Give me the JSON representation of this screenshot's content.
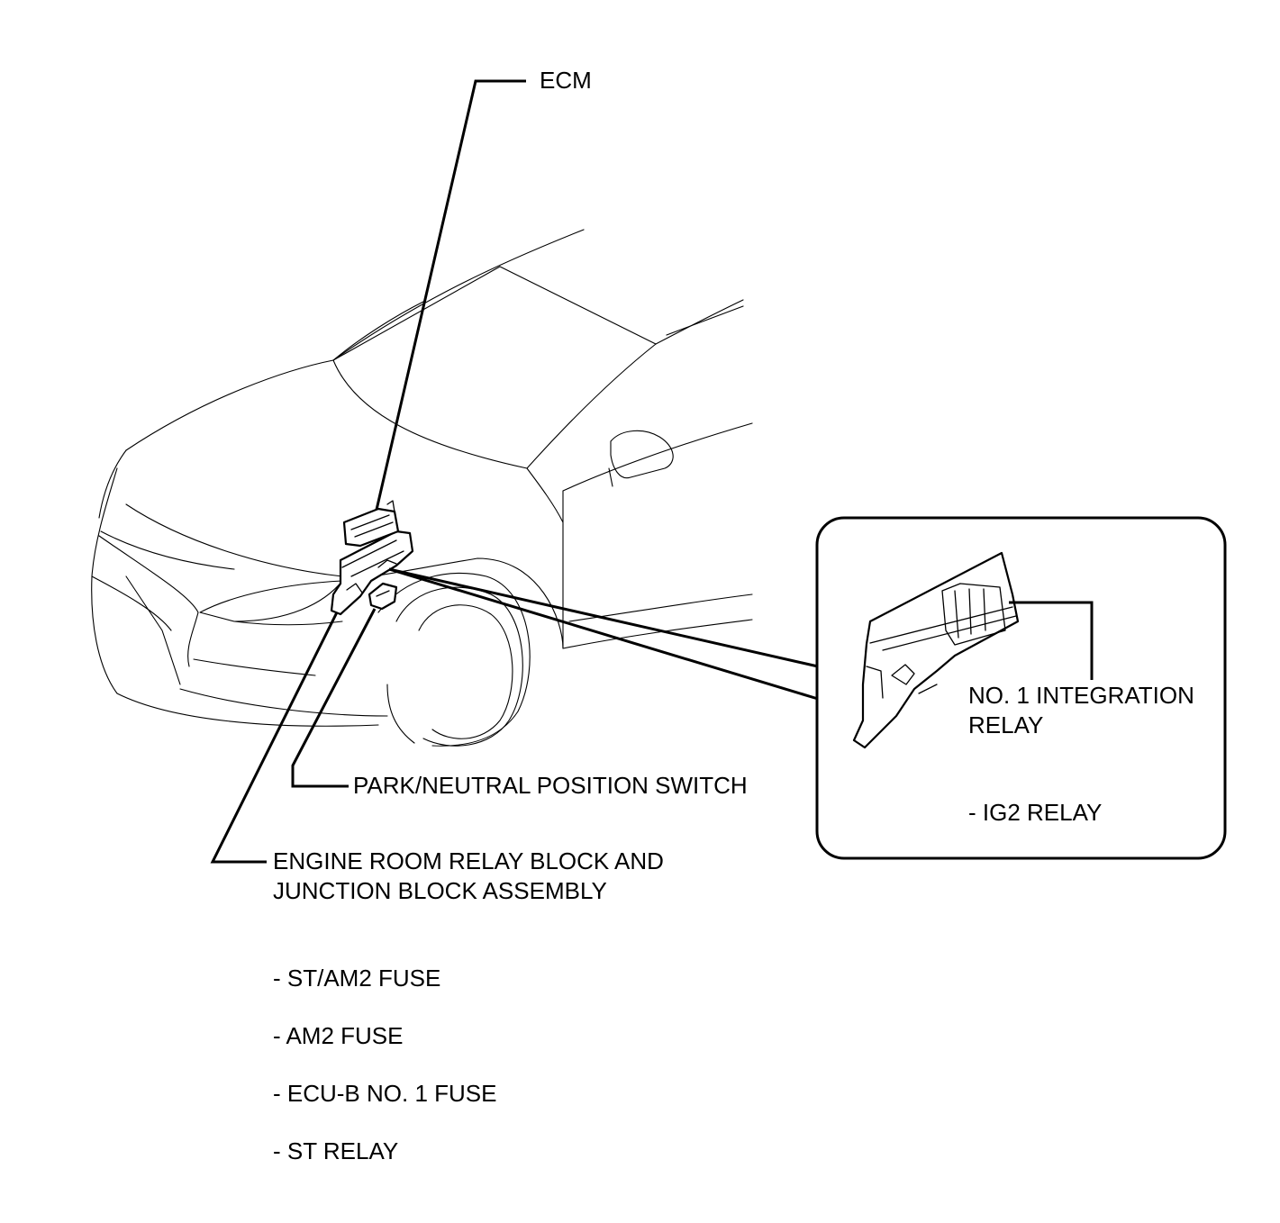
{
  "labels": {
    "ecm": "ECM",
    "park_neutral": "PARK/NEUTRAL POSITION SWITCH",
    "engine_room_line1": "ENGINE ROOM RELAY BLOCK AND",
    "engine_room_line2": "JUNCTION BLOCK ASSEMBLY",
    "integration_line1": "NO. 1 INTEGRATION",
    "integration_line2": "RELAY"
  },
  "engine_room_items": [
    "- ST/AM2 FUSE",
    "- AM2 FUSE",
    "- ECU-B NO. 1 FUSE",
    "- ST RELAY"
  ],
  "integration_items": [
    "- IG2 RELAY"
  ]
}
